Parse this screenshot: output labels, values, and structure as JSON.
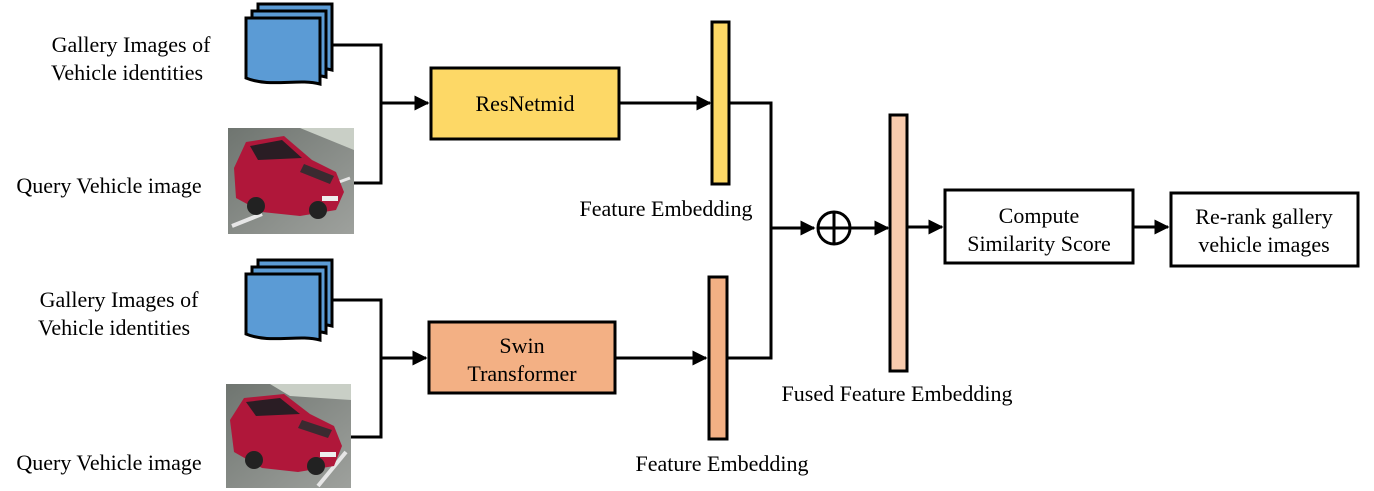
{
  "top": {
    "gallery_label_line1": "Gallery Images of",
    "gallery_label_line2": "Vehicle identities",
    "query_label": "Query Vehicle image",
    "model_label": "ResNetmid",
    "embedding_label": "Feature Embedding"
  },
  "bottom": {
    "gallery_label_line1": "Gallery Images of",
    "gallery_label_line2": "Vehicle identities",
    "query_label": "Query Vehicle image",
    "model_label_line1": "Swin",
    "model_label_line2": "Transformer",
    "embedding_label": "Feature Embedding"
  },
  "fusion": {
    "fused_label": "Fused Feature Embedding",
    "similarity_line1": "Compute",
    "similarity_line2": "Similarity Score",
    "rerank_line1": "Re-rank gallery",
    "rerank_line2": "vehicle images"
  },
  "colors": {
    "resnet_fill": "#FDD866",
    "resnet_embedding_fill": "#FDD866",
    "swin_fill": "#F3B084",
    "swin_embedding_fill": "#F3B084",
    "fused_embedding_fill": "#F8CBAD",
    "document_stack_fill": "#5B9BD5",
    "car_body": "#B0173A"
  }
}
